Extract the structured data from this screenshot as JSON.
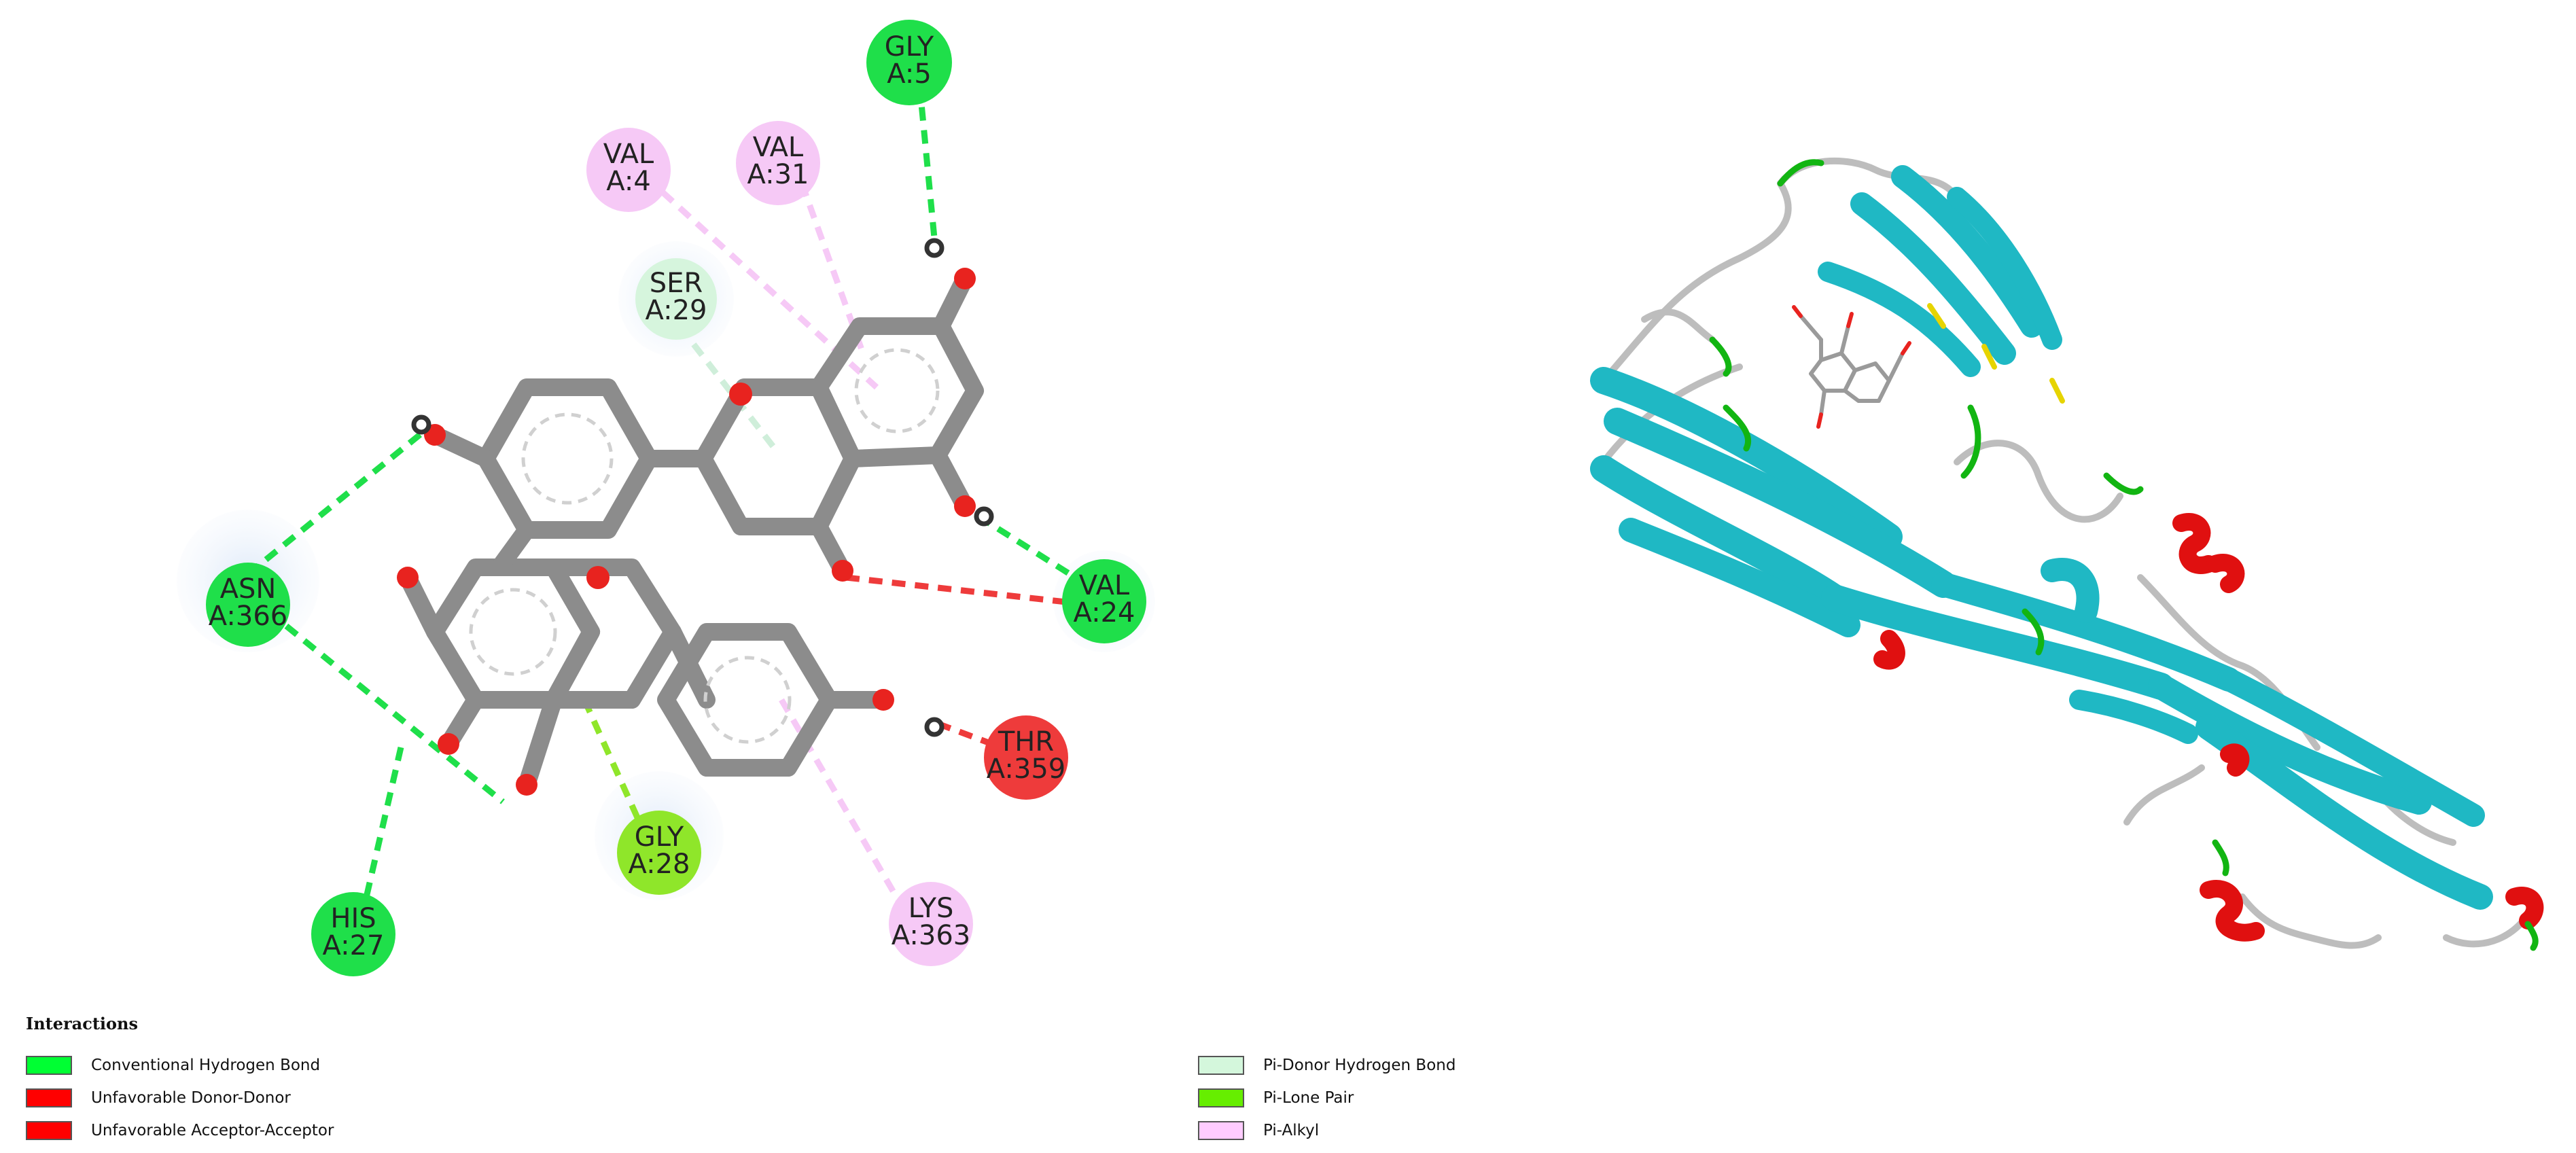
{
  "diagram": {
    "residues": [
      {
        "line1": "GLY",
        "line2": "A:5",
        "type": "conventional_hbond",
        "color": "#1fdf4a"
      },
      {
        "line1": "VAL",
        "line2": "A:4",
        "type": "pi_alkyl",
        "color": "#f6c9f6"
      },
      {
        "line1": "VAL",
        "line2": "A:31",
        "type": "pi_alkyl",
        "color": "#f6c9f6"
      },
      {
        "line1": "SER",
        "line2": "A:29",
        "type": "pi_donor_hbond",
        "color": "#d6f5dd"
      },
      {
        "line1": "ASN",
        "line2": "A:366",
        "type": "conventional_hbond",
        "color": "#1fdf4a"
      },
      {
        "line1": "VAL",
        "line2": "A:24",
        "type": "conventional_hbond",
        "color": "#1fdf4a"
      },
      {
        "line1": "THR",
        "line2": "A:359",
        "type": "unfavorable",
        "color": "#ee3b3b"
      },
      {
        "line1": "GLY",
        "line2": "A:28",
        "type": "pi_lone_pair",
        "color": "#8fe62a"
      },
      {
        "line1": "HIS",
        "line2": "A:27",
        "type": "conventional_hbond",
        "color": "#1fdf4a"
      },
      {
        "line1": "LYS",
        "line2": "A:363",
        "type": "pi_alkyl",
        "color": "#f6c9f6"
      }
    ]
  },
  "legend": {
    "title": "Interactions",
    "items": [
      {
        "label": "Conventional Hydrogen Bond",
        "color": "#00ff33"
      },
      {
        "label": "Unfavorable Donor-Donor",
        "color": "#ff0000"
      },
      {
        "label": "Unfavorable Acceptor-Acceptor",
        "color": "#ff0000"
      },
      {
        "label": "Pi-Donor Hydrogen Bond",
        "color": "#d4f7dc"
      },
      {
        "label": "Pi-Lone Pair",
        "color": "#66ee00"
      },
      {
        "label": "Pi-Alkyl",
        "color": "#ffccff"
      }
    ]
  },
  "colors": {
    "bond": "#8c8c8c",
    "oxygen": "#e8231f",
    "hydrogen": "#ffffff",
    "sheet": "#1fb8c4",
    "helix": "#e01010",
    "coil": "#bdbdbd",
    "turn": "#12b512",
    "sulfur": "#e6d400"
  }
}
